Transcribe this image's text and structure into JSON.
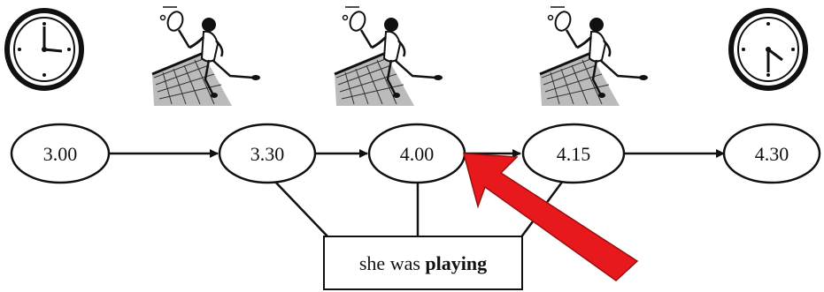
{
  "timeline": {
    "nodes": [
      {
        "label": "3.00"
      },
      {
        "label": "3.30"
      },
      {
        "label": "4.00"
      },
      {
        "label": "4.15"
      },
      {
        "label": "4.30"
      }
    ]
  },
  "caption": {
    "prefix": "she was ",
    "emphasis": "playing"
  },
  "colors": {
    "ink": "#111111",
    "arrow": "#e8191c"
  },
  "icons": [
    "clock-icon",
    "tennis-player-icon",
    "tennis-player-icon",
    "tennis-player-icon",
    "clock-icon"
  ]
}
